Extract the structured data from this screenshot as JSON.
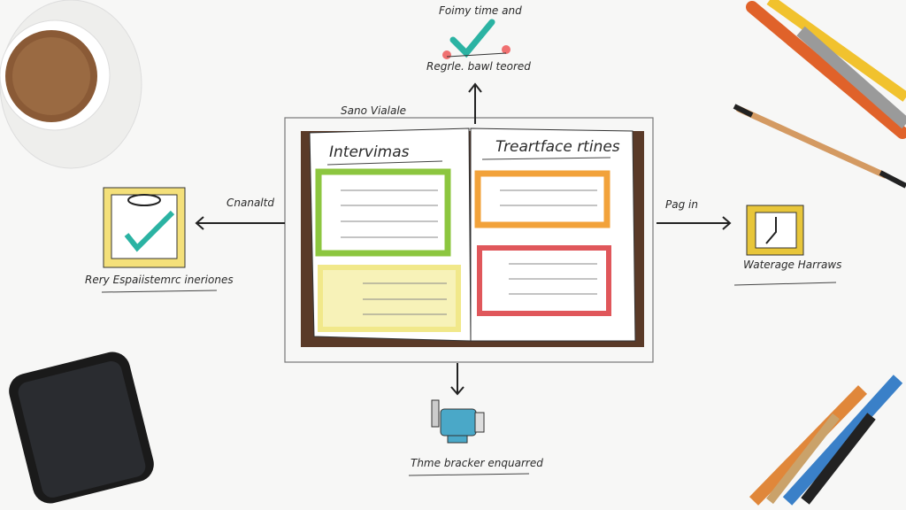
{
  "top": {
    "caption_top": "Foimy time and",
    "caption_bottom": "Regrle. bawl teored"
  },
  "frame": {
    "label": "Sano Vialale"
  },
  "book": {
    "left_title": "Intervimas",
    "right_title": "Treartface rtines"
  },
  "left_node": {
    "arrow_label": "Cnanaltd",
    "caption": "Rery Espaiistemrc ineriones"
  },
  "right_node": {
    "arrow_label": "Pag in",
    "caption": "Waterage Harraws"
  },
  "bottom_node": {
    "caption": "Thme bracker enquarred"
  },
  "colors": {
    "green": "#8cc63f",
    "orange": "#f2a23a",
    "red": "#e0575b",
    "yellow": "#f1e88a",
    "teal": "#2bb3a3",
    "gold": "#e8c63a",
    "robot": "#4aa8c8"
  }
}
